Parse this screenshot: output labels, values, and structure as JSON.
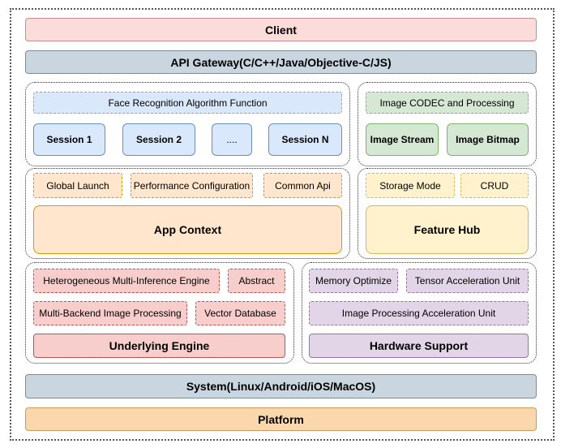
{
  "layers": {
    "client": "Client",
    "api_gateway": "API Gateway(C/C++/Java/Objective-C/JS)",
    "system": "System(Linux/Android/iOS/MacOS)",
    "platform": "Platform"
  },
  "face_recognition": {
    "title": "Face Recognition Algorithm Function",
    "sessions": [
      "Session 1",
      "Session 2",
      "....",
      "Session N"
    ]
  },
  "image_codec": {
    "title": "Image CODEC and Processing",
    "items": [
      "Image Stream",
      "Image Bitmap"
    ]
  },
  "app_context": {
    "items": [
      "Global Launch",
      "Performance Configuration",
      "Common Api"
    ],
    "title": "App Context"
  },
  "feature_hub": {
    "items": [
      "Storage Mode",
      "CRUD"
    ],
    "title": "Feature Hub"
  },
  "underlying_engine": {
    "items": [
      "Heterogeneous Multi-Inference Engine",
      "Abstract",
      "Multi-Backend Image Processing",
      "Vector Database"
    ],
    "title": "Underlying Engine"
  },
  "hardware_support": {
    "items": [
      "Memory Optimize",
      "Tensor Acceleration Unit",
      "Image Processing Acceleration Unit"
    ],
    "title": "Hardware Support"
  },
  "colors": {
    "client": "#fadcdb",
    "gateway": "#c9d6df",
    "blue": "#dae8fc",
    "green": "#d5e8d4",
    "orange": "#ffe6cc",
    "yellow": "#fff2cc",
    "red": "#f8cecc",
    "purple": "#e1d5e7",
    "platform": "#fad7ac"
  }
}
